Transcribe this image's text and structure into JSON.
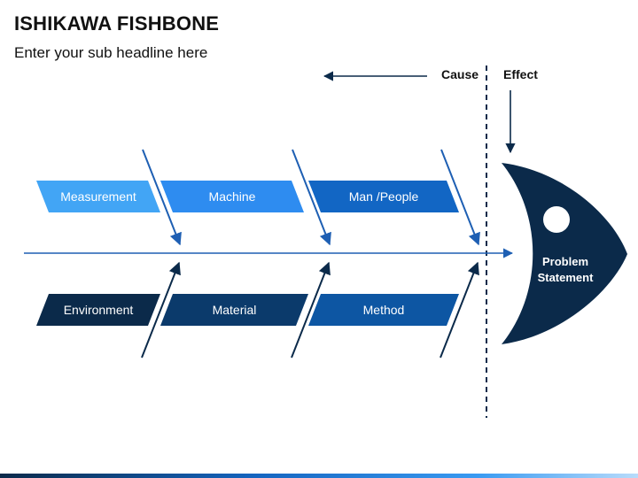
{
  "header": {
    "title": "ISHIKAWA FISHBONE",
    "subtitle": "Enter your sub headline here"
  },
  "legend": {
    "cause_label": "Cause",
    "effect_label": "Effect"
  },
  "causes": {
    "top": [
      {
        "label": "Measurement",
        "color": "#42a5f5"
      },
      {
        "label": "Machine",
        "color": "#2e8cf0"
      },
      {
        "label": "Man /People",
        "color": "#1266c4"
      }
    ],
    "bottom": [
      {
        "label": "Environment",
        "color": "#0b2a4a"
      },
      {
        "label": "Material",
        "color": "#0b3a6b"
      },
      {
        "label": "Method",
        "color": "#0d56a3"
      }
    ]
  },
  "problem": {
    "label_line1": "Problem",
    "label_line2": "Statement",
    "color": "#0b2a4a"
  },
  "colors": {
    "arrow": "#1e5fb3",
    "spine": "#1e5fb3",
    "divider": "#0b2a4a"
  }
}
